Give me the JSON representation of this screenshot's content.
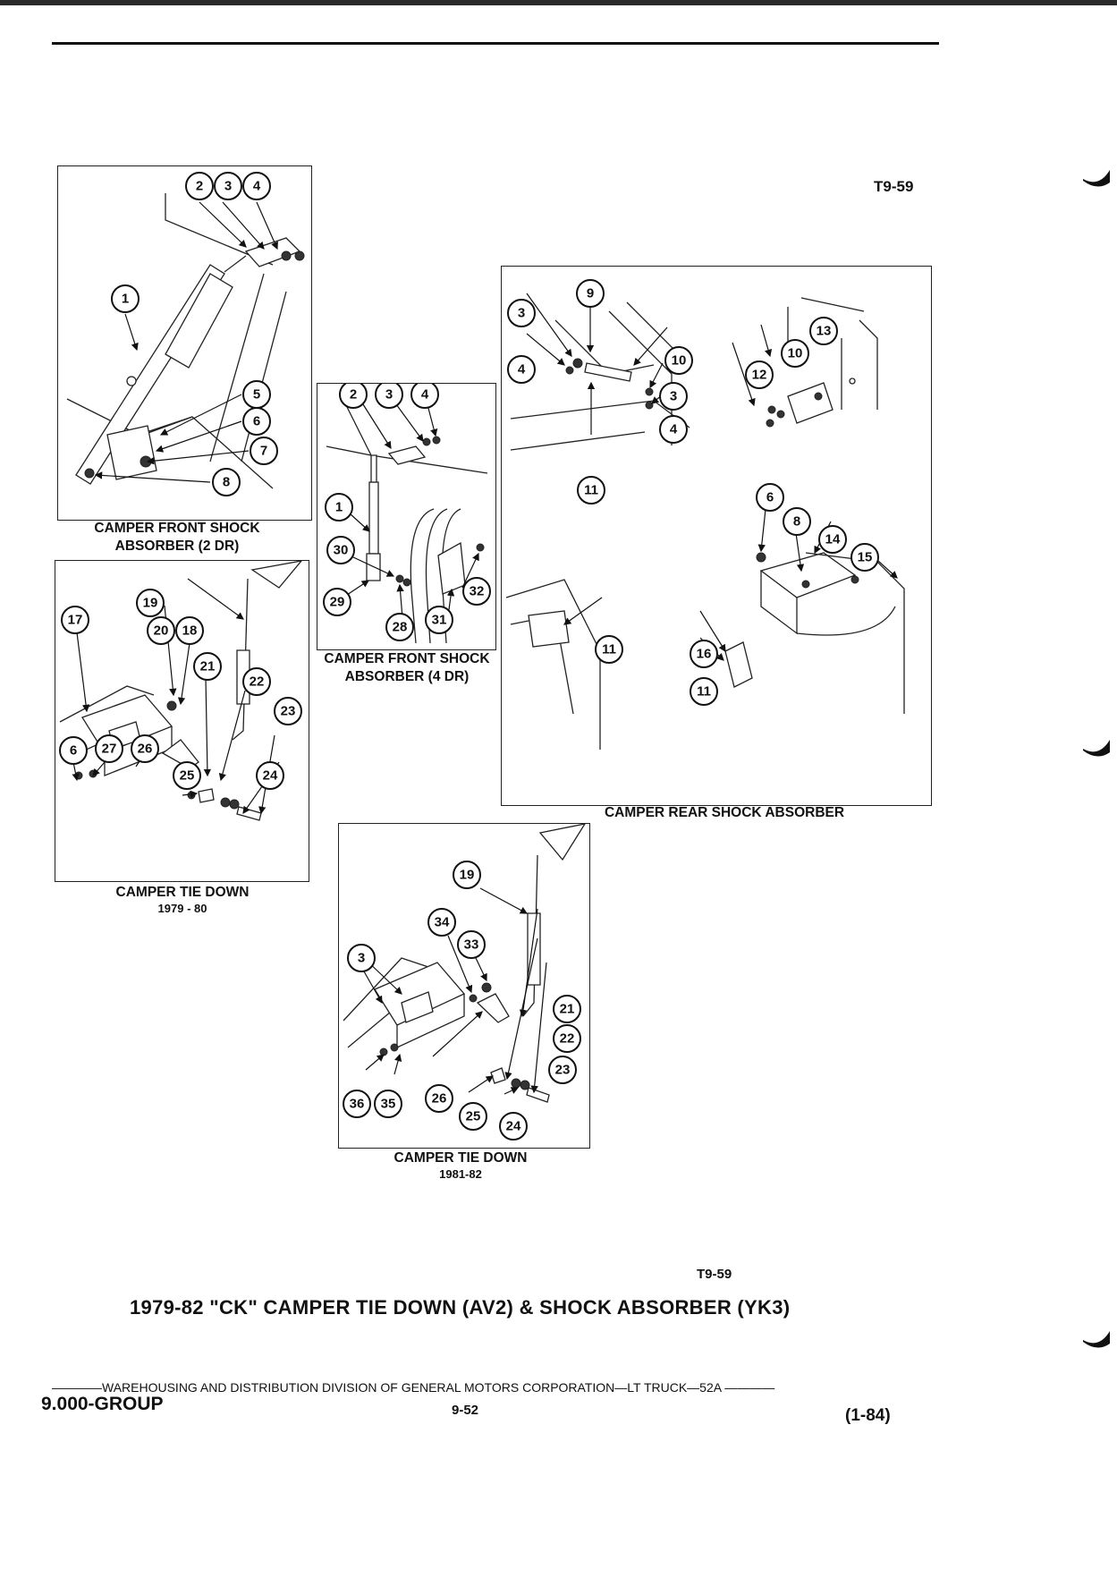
{
  "figure_ref_top": "T9-59",
  "figure_ref_bottom": "T9-59",
  "panels": {
    "front_2dr": {
      "caption": "CAMPER FRONT SHOCK ABSORBER (2 DR)",
      "callouts": [
        "2",
        "3",
        "4",
        "1",
        "5",
        "6",
        "7",
        "8"
      ]
    },
    "front_4dr": {
      "caption_line1": "CAMPER FRONT SHOCK",
      "caption_line2": "ABSORBER (4 DR)",
      "callouts": [
        "2",
        "3",
        "4",
        "1",
        "30",
        "29",
        "28",
        "31",
        "32"
      ]
    },
    "rear": {
      "caption": "CAMPER REAR SHOCK ABSORBER",
      "callouts": [
        "9",
        "3",
        "4",
        "10",
        "3",
        "4",
        "11",
        "13",
        "10",
        "12",
        "6",
        "8",
        "14",
        "15",
        "11",
        "16",
        "11"
      ]
    },
    "tiedown_7980": {
      "caption": "CAMPER TIE DOWN",
      "years": "1979 - 80",
      "callouts": [
        "19",
        "20",
        "17",
        "18",
        "21",
        "22",
        "23",
        "6",
        "27",
        "26",
        "25",
        "24"
      ]
    },
    "tiedown_8182": {
      "caption": "CAMPER TIE DOWN",
      "years": "1981-82",
      "callouts": [
        "19",
        "34",
        "33",
        "3",
        "21",
        "22",
        "23",
        "36",
        "35",
        "26",
        "25",
        "24"
      ]
    }
  },
  "caption_front_2dr_line1": "CAMPER FRONT SHOCK",
  "caption_front_2dr_line2": "ABSORBER (2 DR)",
  "title": "1979-82 \"CK\" CAMPER TIE DOWN (AV2) & SHOCK ABSORBER (YK3)",
  "footer": {
    "division_line": "————WAREHOUSING AND DISTRIBUTION DIVISION OF GENERAL MOTORS CORPORATION—LT TRUCK—52A ————",
    "group": "9.000-GROUP",
    "page": "9-52",
    "date": "(1-84)"
  }
}
